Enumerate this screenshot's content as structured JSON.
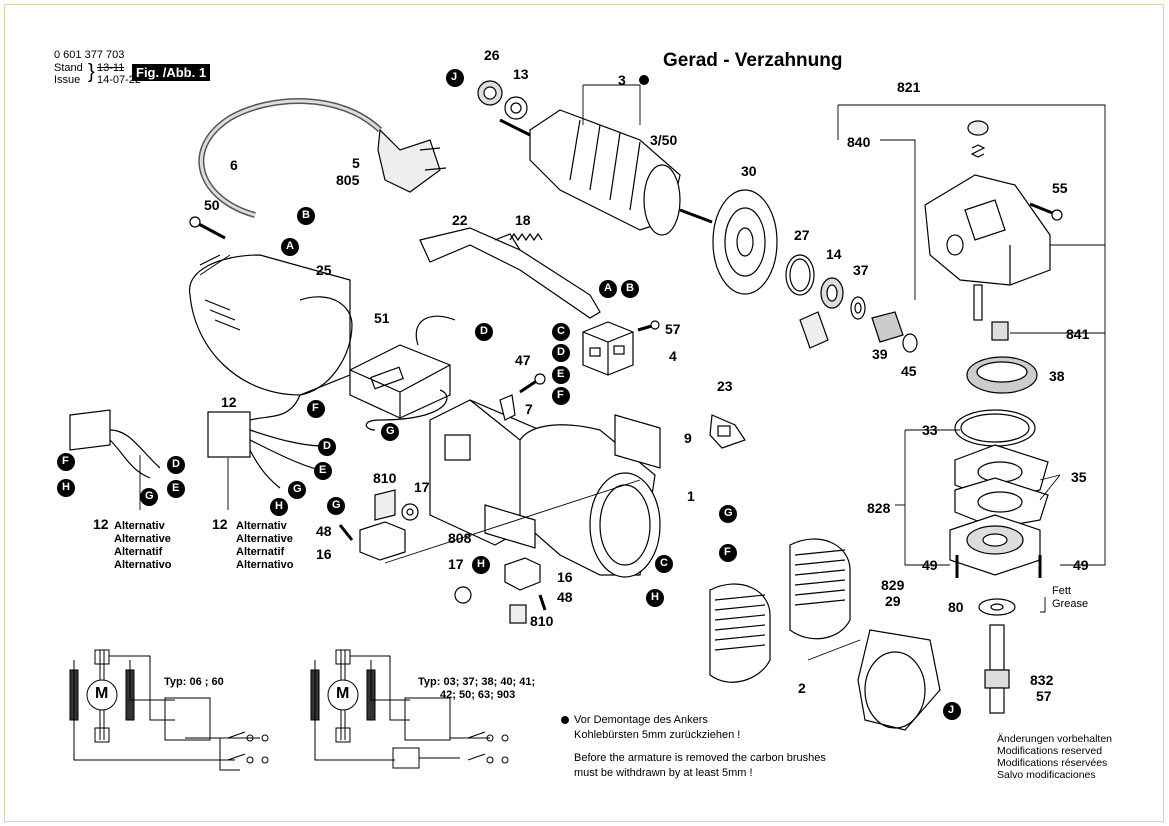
{
  "header": {
    "part_number": "0 601 377 703",
    "stand_label": "Stand",
    "issue_label": "Issue",
    "old_date": "13-11",
    "date": "14-07-22",
    "figure_label": "Fig. /Abb. 1"
  },
  "title": "Gerad - Verzahnung",
  "callouts": [
    "26",
    "13",
    "3",
    "3/50",
    "821",
    "840",
    "55",
    "30",
    "27",
    "14",
    "37",
    "22",
    "18",
    "6",
    "5",
    "805",
    "50",
    "25",
    "51",
    "57",
    "4",
    "47",
    "7",
    "23",
    "9",
    "1",
    "12",
    "810",
    "17",
    "48",
    "16",
    "808",
    "39",
    "45",
    "841",
    "38",
    "33",
    "35",
    "828",
    "49",
    "80",
    "829",
    "29",
    "832",
    "2"
  ],
  "connectors": [
    "A",
    "B",
    "C",
    "D",
    "E",
    "F",
    "G",
    "H",
    "J"
  ],
  "alternative_labels": [
    "Alternativ",
    "Alternative",
    "Alternatif",
    "Alternativo"
  ],
  "wiring": {
    "motor_symbol": "M",
    "typ_a": "Typ: 06 ; 60",
    "typ_b_line1": "Typ: 03; 37; 38; 40; 41;",
    "typ_b_line2": "42; 50; 63; 903"
  },
  "notes": {
    "bullet": "●",
    "de_line1": "Vor Demontage des Ankers",
    "de_line2": "Kohlebürsten 5mm zurückziehen !",
    "en_line1": "Before the armature is removed the carbon brushes",
    "en_line2": "must be withdrawn by at least 5mm !"
  },
  "grease": {
    "de": "Fett",
    "en": "Grease"
  },
  "modifications": [
    "Änderungen vorbehalten",
    "Modifications reserved",
    "Modifications réservées",
    "Salvo modificaciones"
  ]
}
